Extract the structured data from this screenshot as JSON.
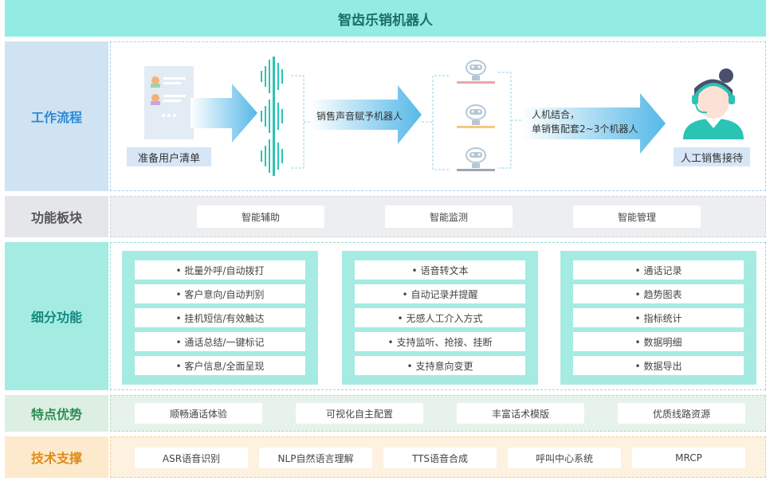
{
  "title": "智齿乐销机器人",
  "rows": {
    "workflow": {
      "label": "工作流程",
      "user_list_tag": "准备用户清单",
      "voice_text": "销售声音赋予机器人",
      "combo_line1": "人机结合，",
      "combo_line2": "单销售配套2~3个机器人",
      "agent_tag": "人工销售接待"
    },
    "modules": {
      "label": "功能板块",
      "items": [
        "智能辅助",
        "智能监测",
        "智能管理"
      ]
    },
    "detail": {
      "label": "细分功能",
      "panels": [
        [
          "• 批量外呼/自动拨打",
          "• 客户意向/自动判别",
          "• 挂机短信/有效触达",
          "• 通话总结/一键标记",
          "• 客户信息/全面呈现"
        ],
        [
          "• 语音转文本",
          "• 自动记录并提醒",
          "• 无感人工介入方式",
          "• 支持监听、抢接、挂断",
          "• 支持意向变更"
        ],
        [
          "• 通话记录",
          "• 趋势图表",
          "• 指标统计",
          "• 数据明细",
          "• 数据导出"
        ]
      ]
    },
    "features": {
      "label": "特点优势",
      "items": [
        "顺畅通话体验",
        "可视化自主配置",
        "丰富话术模版",
        "优质线路资源"
      ]
    },
    "tech": {
      "label": "技术支撑",
      "items": [
        "ASR语音识别",
        "NLP自然语言理解",
        "TTS语音合成",
        "呼叫中心系统",
        "MRCP"
      ]
    }
  },
  "colors": {
    "title_bg": "#93ece4",
    "workflow_label": "#2a8ad8",
    "detail_panel": "#a6ebe2",
    "tech_label": "#e08a17",
    "arrow": "#5bbde8",
    "teal_wave": "#2bc3b4"
  },
  "icons": [
    "document-list-icon",
    "sound-wave-icon",
    "robot-icon",
    "customer-service-agent-icon",
    "arrow-right-icon"
  ]
}
